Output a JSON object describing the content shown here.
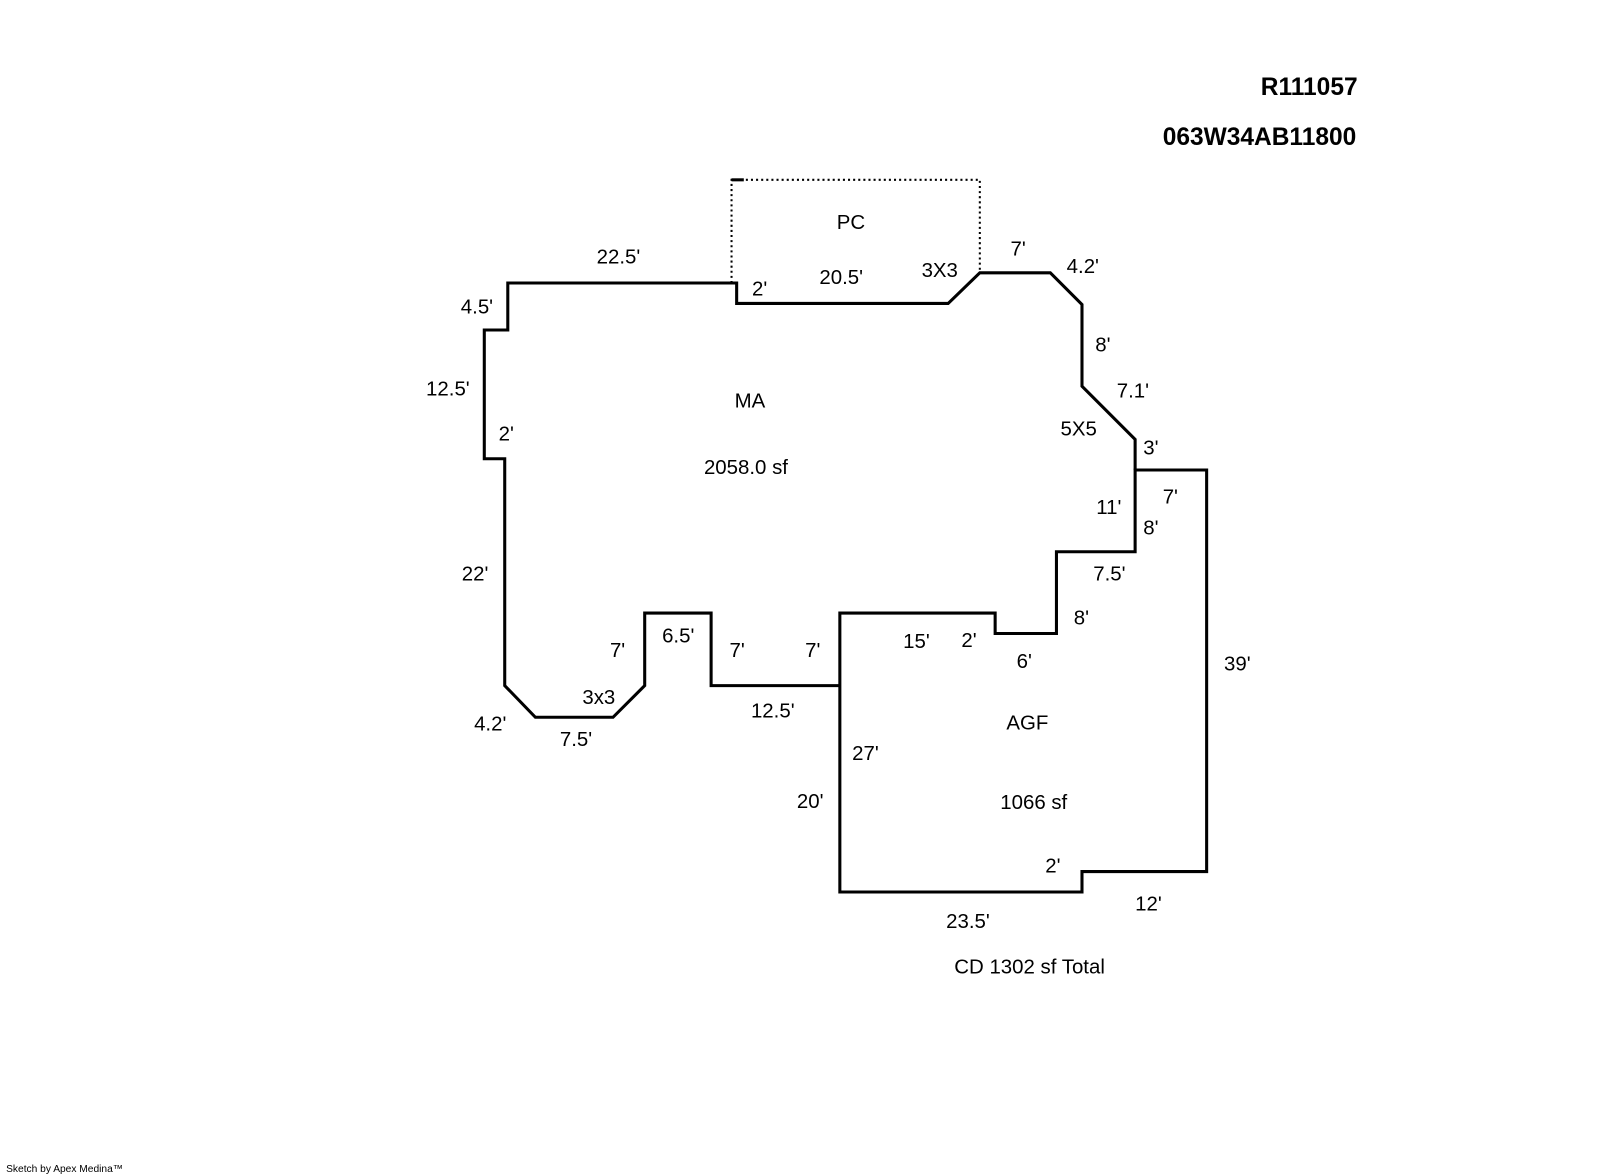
{
  "header": {
    "account_id": "R111057",
    "parcel_id": "063W34AB11800"
  },
  "areas": {
    "main": {
      "code": "MA",
      "area": "2058.0 sf"
    },
    "garage": {
      "code": "AGF",
      "area": "1066 sf"
    },
    "porch": {
      "code": "PC"
    },
    "total": "CD  1302 sf Total"
  },
  "dimensions": [
    "22.5'",
    "4.5'",
    "12.5'",
    "2'",
    "22'",
    "4.2'",
    "7.5'",
    "3x3",
    "7'",
    "6.5'",
    "7'",
    "7'",
    "12.5'",
    "2'",
    "20.5'",
    "3X3",
    "7'",
    "4.2'",
    "8'",
    "7.1'",
    "5X5",
    "3'",
    "7'",
    "11'",
    "8'",
    "7.5'",
    "8'",
    "15'",
    "2'",
    "6'",
    "39'",
    "27'",
    "20'",
    "2'",
    "12'",
    "23.5'"
  ],
  "footer": "Sketch by Apex Medina™"
}
